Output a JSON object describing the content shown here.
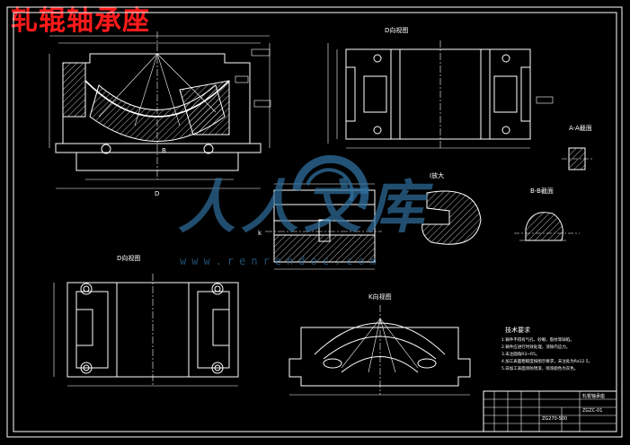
{
  "title": "轧辊轴承座",
  "watermark": {
    "text": "人人文库",
    "url": "www.renrendoc.com"
  },
  "views": {
    "view_d_top": "D向视图",
    "view_d_bottom": "D向视图",
    "view_k": "K向视图",
    "view_aa": "A-A截面",
    "view_bb": "B-B截面",
    "view_small": "I放大",
    "section_k": "k"
  },
  "dimensions": {
    "d_label": "D",
    "b_label": "B"
  },
  "notes": {
    "heading": "技术要求",
    "lines": [
      "1.铸件不得有气孔、砂眼、裂纹等缺陷。",
      "2.铸件应进行时效处理，消除内应力。",
      "3.未注圆角R3~R5。",
      "4.加工表面粗糙度按图示要求，未注处为Ra12.5。",
      "5.非加工表面涂防锈漆，喷涂颜色为灰色。"
    ]
  },
  "title_block": {
    "name": "轧辊轴承座",
    "drawing_no": "ZGZC-01",
    "material": "ZG270-500"
  }
}
